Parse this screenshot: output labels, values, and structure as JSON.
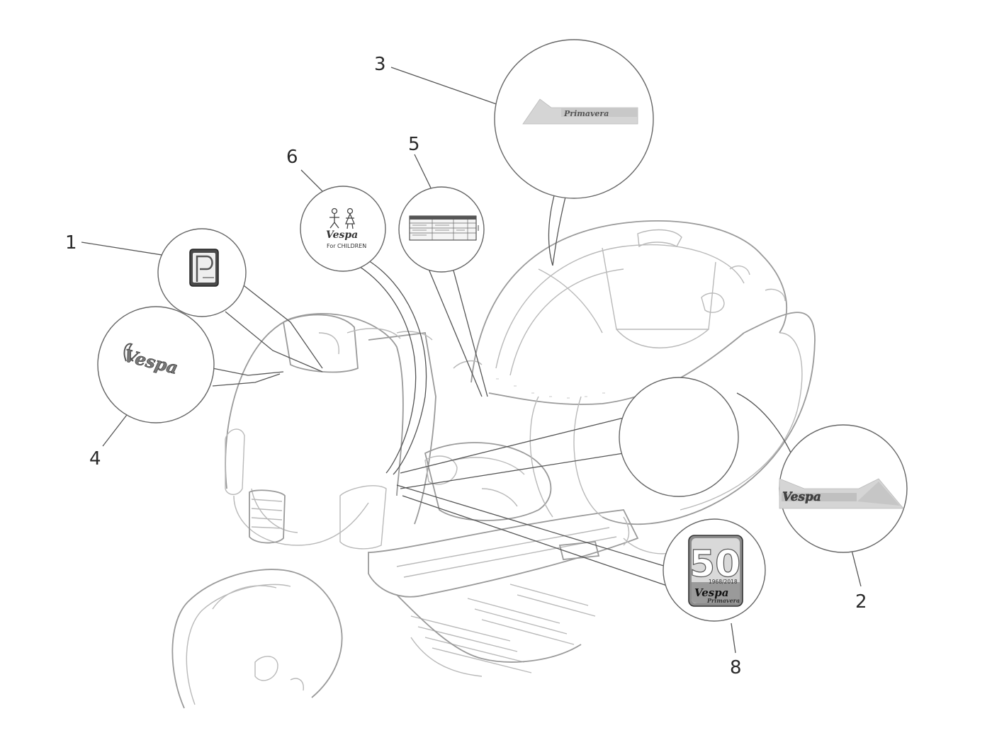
{
  "callouts": [
    "1",
    "2",
    "3",
    "4",
    "5",
    "6",
    "8"
  ],
  "decals": {
    "badge_50": {
      "number": "50",
      "years": "1968/2018",
      "brand": "Vespa",
      "model": "Primavera"
    },
    "side_script": "Vespa",
    "tail_script": "Primavera",
    "children_sticker": {
      "brand": "Vespa",
      "caption": "For CHILDREN"
    },
    "front_script": "Vespa"
  },
  "colors": {
    "outline": "#b9b9b9",
    "leader": "#555555",
    "badge_grey": "#8c8c8c",
    "badge_light": "#d9d9d9"
  }
}
